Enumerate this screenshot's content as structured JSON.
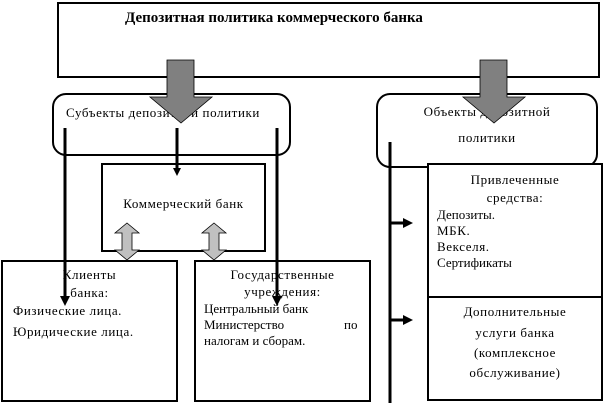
{
  "diagram": {
    "title": "Депозитная политика коммерческого банка",
    "subjects": {
      "label": "Субъекты депозитной политики"
    },
    "objects": {
      "label_line1": "Объекты депозитной",
      "label_line2": "политики"
    },
    "commercial_bank": {
      "label": "Коммерческий банк"
    },
    "clients": {
      "heading_line1": "Клиенты",
      "heading_line2": "банка:",
      "items": [
        "Физические лица.",
        "Юридические лица."
      ]
    },
    "state": {
      "heading_line1": "Государственные",
      "heading_line2": "учреждения:",
      "items": [
        "Центральный банк",
        "Министерство",
        "по",
        "налогам и сборам."
      ]
    },
    "attracted": {
      "heading_line1": "Привлеченные",
      "heading_line2": "средства:",
      "items": [
        "Депозиты.",
        "МБК.",
        "Векселя.",
        "Сертификаты"
      ]
    },
    "services": {
      "lines": [
        "Дополнительные",
        "услуги банка",
        "(комплексное",
        "обслуживание)"
      ]
    },
    "colors": {
      "big_arrow": "#808080",
      "double_arrow": "#c0c0c0",
      "line": "#000000"
    }
  }
}
